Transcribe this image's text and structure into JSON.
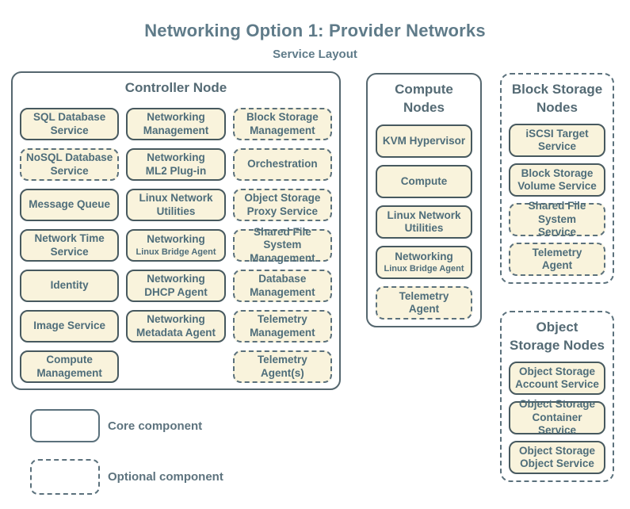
{
  "title": "Networking Option 1: Provider Networks",
  "subtitle": "Service Layout",
  "colors": {
    "box_fill": "#f9f3dc",
    "core_border": "#47595f",
    "optional_border": "#5b717c",
    "label_text": "#4e6d7a",
    "header_text": "#546a74",
    "title_text": "#5f7b89",
    "background": "#ffffff"
  },
  "groups": [
    {
      "id": "controller",
      "title": "Controller Node",
      "optional": false,
      "services": [
        {
          "label": "SQL Database\nService",
          "col": 1,
          "row": 1,
          "optional": false
        },
        {
          "label": "Networking\nManagement",
          "col": 2,
          "row": 1,
          "optional": false
        },
        {
          "label": "Block Storage\nManagement",
          "col": 3,
          "row": 1,
          "optional": true
        },
        {
          "label": "NoSQL Database\nService",
          "col": 1,
          "row": 2,
          "optional": true
        },
        {
          "label": "Networking\nML2 Plug-in",
          "col": 2,
          "row": 2,
          "optional": false
        },
        {
          "label": "Orchestration",
          "col": 3,
          "row": 2,
          "optional": true
        },
        {
          "label": "Message Queue",
          "col": 1,
          "row": 3,
          "optional": false
        },
        {
          "label": "Linux Network\nUtilities",
          "col": 2,
          "row": 3,
          "optional": false
        },
        {
          "label": "Object Storage\nProxy Service",
          "col": 3,
          "row": 3,
          "optional": true
        },
        {
          "label": "Network Time\nService",
          "col": 1,
          "row": 4,
          "optional": false
        },
        {
          "label": "Networking",
          "sublabel": "Linux Bridge Agent",
          "col": 2,
          "row": 4,
          "optional": false
        },
        {
          "label": "Shared File System\nManagement",
          "col": 3,
          "row": 4,
          "optional": true
        },
        {
          "label": "Identity",
          "col": 1,
          "row": 5,
          "optional": false
        },
        {
          "label": "Networking\nDHCP Agent",
          "col": 2,
          "row": 5,
          "optional": false
        },
        {
          "label": "Database\nManagement",
          "col": 3,
          "row": 5,
          "optional": true
        },
        {
          "label": "Image Service",
          "col": 1,
          "row": 6,
          "optional": false
        },
        {
          "label": "Networking\nMetadata Agent",
          "col": 2,
          "row": 6,
          "optional": false
        },
        {
          "label": "Telemetry\nManagement",
          "col": 3,
          "row": 6,
          "optional": true
        },
        {
          "label": "Compute\nManagement",
          "col": 1,
          "row": 7,
          "optional": false
        },
        {
          "label": "Telemetry\nAgent(s)",
          "col": 3,
          "row": 7,
          "optional": true
        }
      ]
    },
    {
      "id": "compute",
      "title": "Compute\nNodes",
      "optional": false,
      "services": [
        {
          "label": "KVM Hypervisor",
          "optional": false
        },
        {
          "label": "Compute",
          "optional": false
        },
        {
          "label": "Linux Network\nUtilities",
          "optional": false
        },
        {
          "label": "Networking",
          "sublabel": "Linux Bridge Agent",
          "optional": false
        },
        {
          "label": "Telemetry\nAgent",
          "optional": true
        }
      ]
    },
    {
      "id": "block",
      "title": "Block Storage\nNodes",
      "optional": true,
      "services": [
        {
          "label": "iSCSI Target\nService",
          "optional": false
        },
        {
          "label": "Block Storage\nVolume Service",
          "optional": false
        },
        {
          "label": "Shared File System\nService",
          "optional": true
        },
        {
          "label": "Telemetry\nAgent",
          "optional": true
        }
      ]
    },
    {
      "id": "object",
      "title": "Object\nStorage Nodes",
      "optional": true,
      "services": [
        {
          "label": "Object Storage\nAccount Service",
          "optional": false
        },
        {
          "label": "Object Storage\nContainer Service",
          "optional": false
        },
        {
          "label": "Object Storage\nObject Service",
          "optional": false
        }
      ]
    }
  ],
  "legend": {
    "core_label": "Core component",
    "optional_label": "Optional component"
  }
}
